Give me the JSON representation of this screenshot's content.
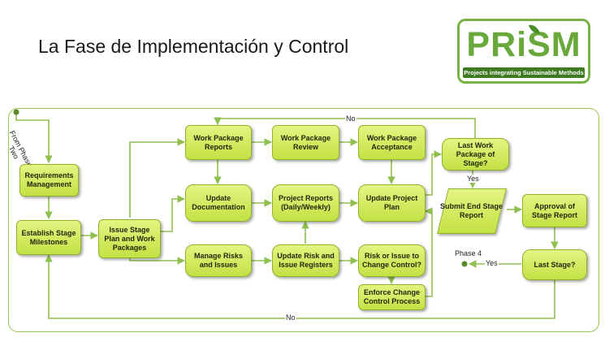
{
  "title": "La Fase de Implementación y Control",
  "logo": {
    "word": "PRiSM",
    "tagline": "Projects integrating Sustainable Methods",
    "accent_color": "#69a83a"
  },
  "diagram": {
    "start_label": "From Phase Two",
    "nodes": {
      "requirements_management": "Requirements Management",
      "establish_stage_milestones": "Establish Stage Milestones",
      "issue_stage_plan": "Issue Stage Plan and Work Packages",
      "work_package_reports": "Work Package Reports",
      "work_package_review": "Work Package Review",
      "work_package_acceptance": "Work Package Acceptance",
      "update_documentation": "Update Documentation",
      "project_reports": "Project Reports (Daily/Weekly)",
      "update_project_plan": "Update Project Plan",
      "manage_risks": "Manage Risks and Issues",
      "update_risk_registers": "Update Risk and Issue Registers",
      "risk_change_control": "Risk or Issue to Change Control?",
      "enforce_change_control": "Enforce Change Control Process",
      "last_work_package": "Last Work Package of Stage?",
      "submit_end_stage_report": "Submit End Stage Report",
      "approval_stage_report": "Approval of Stage Report",
      "last_stage": "Last Stage?"
    },
    "edge_labels": {
      "no_top": "No",
      "yes_mid": "Yes",
      "yes_phase": "Yes",
      "phase_4": "Phase 4",
      "no_bottom": "No"
    },
    "colors": {
      "node_fill_top": "#e4f482",
      "node_fill_bottom": "#c4e144",
      "connector": "#8fbf4f"
    }
  }
}
